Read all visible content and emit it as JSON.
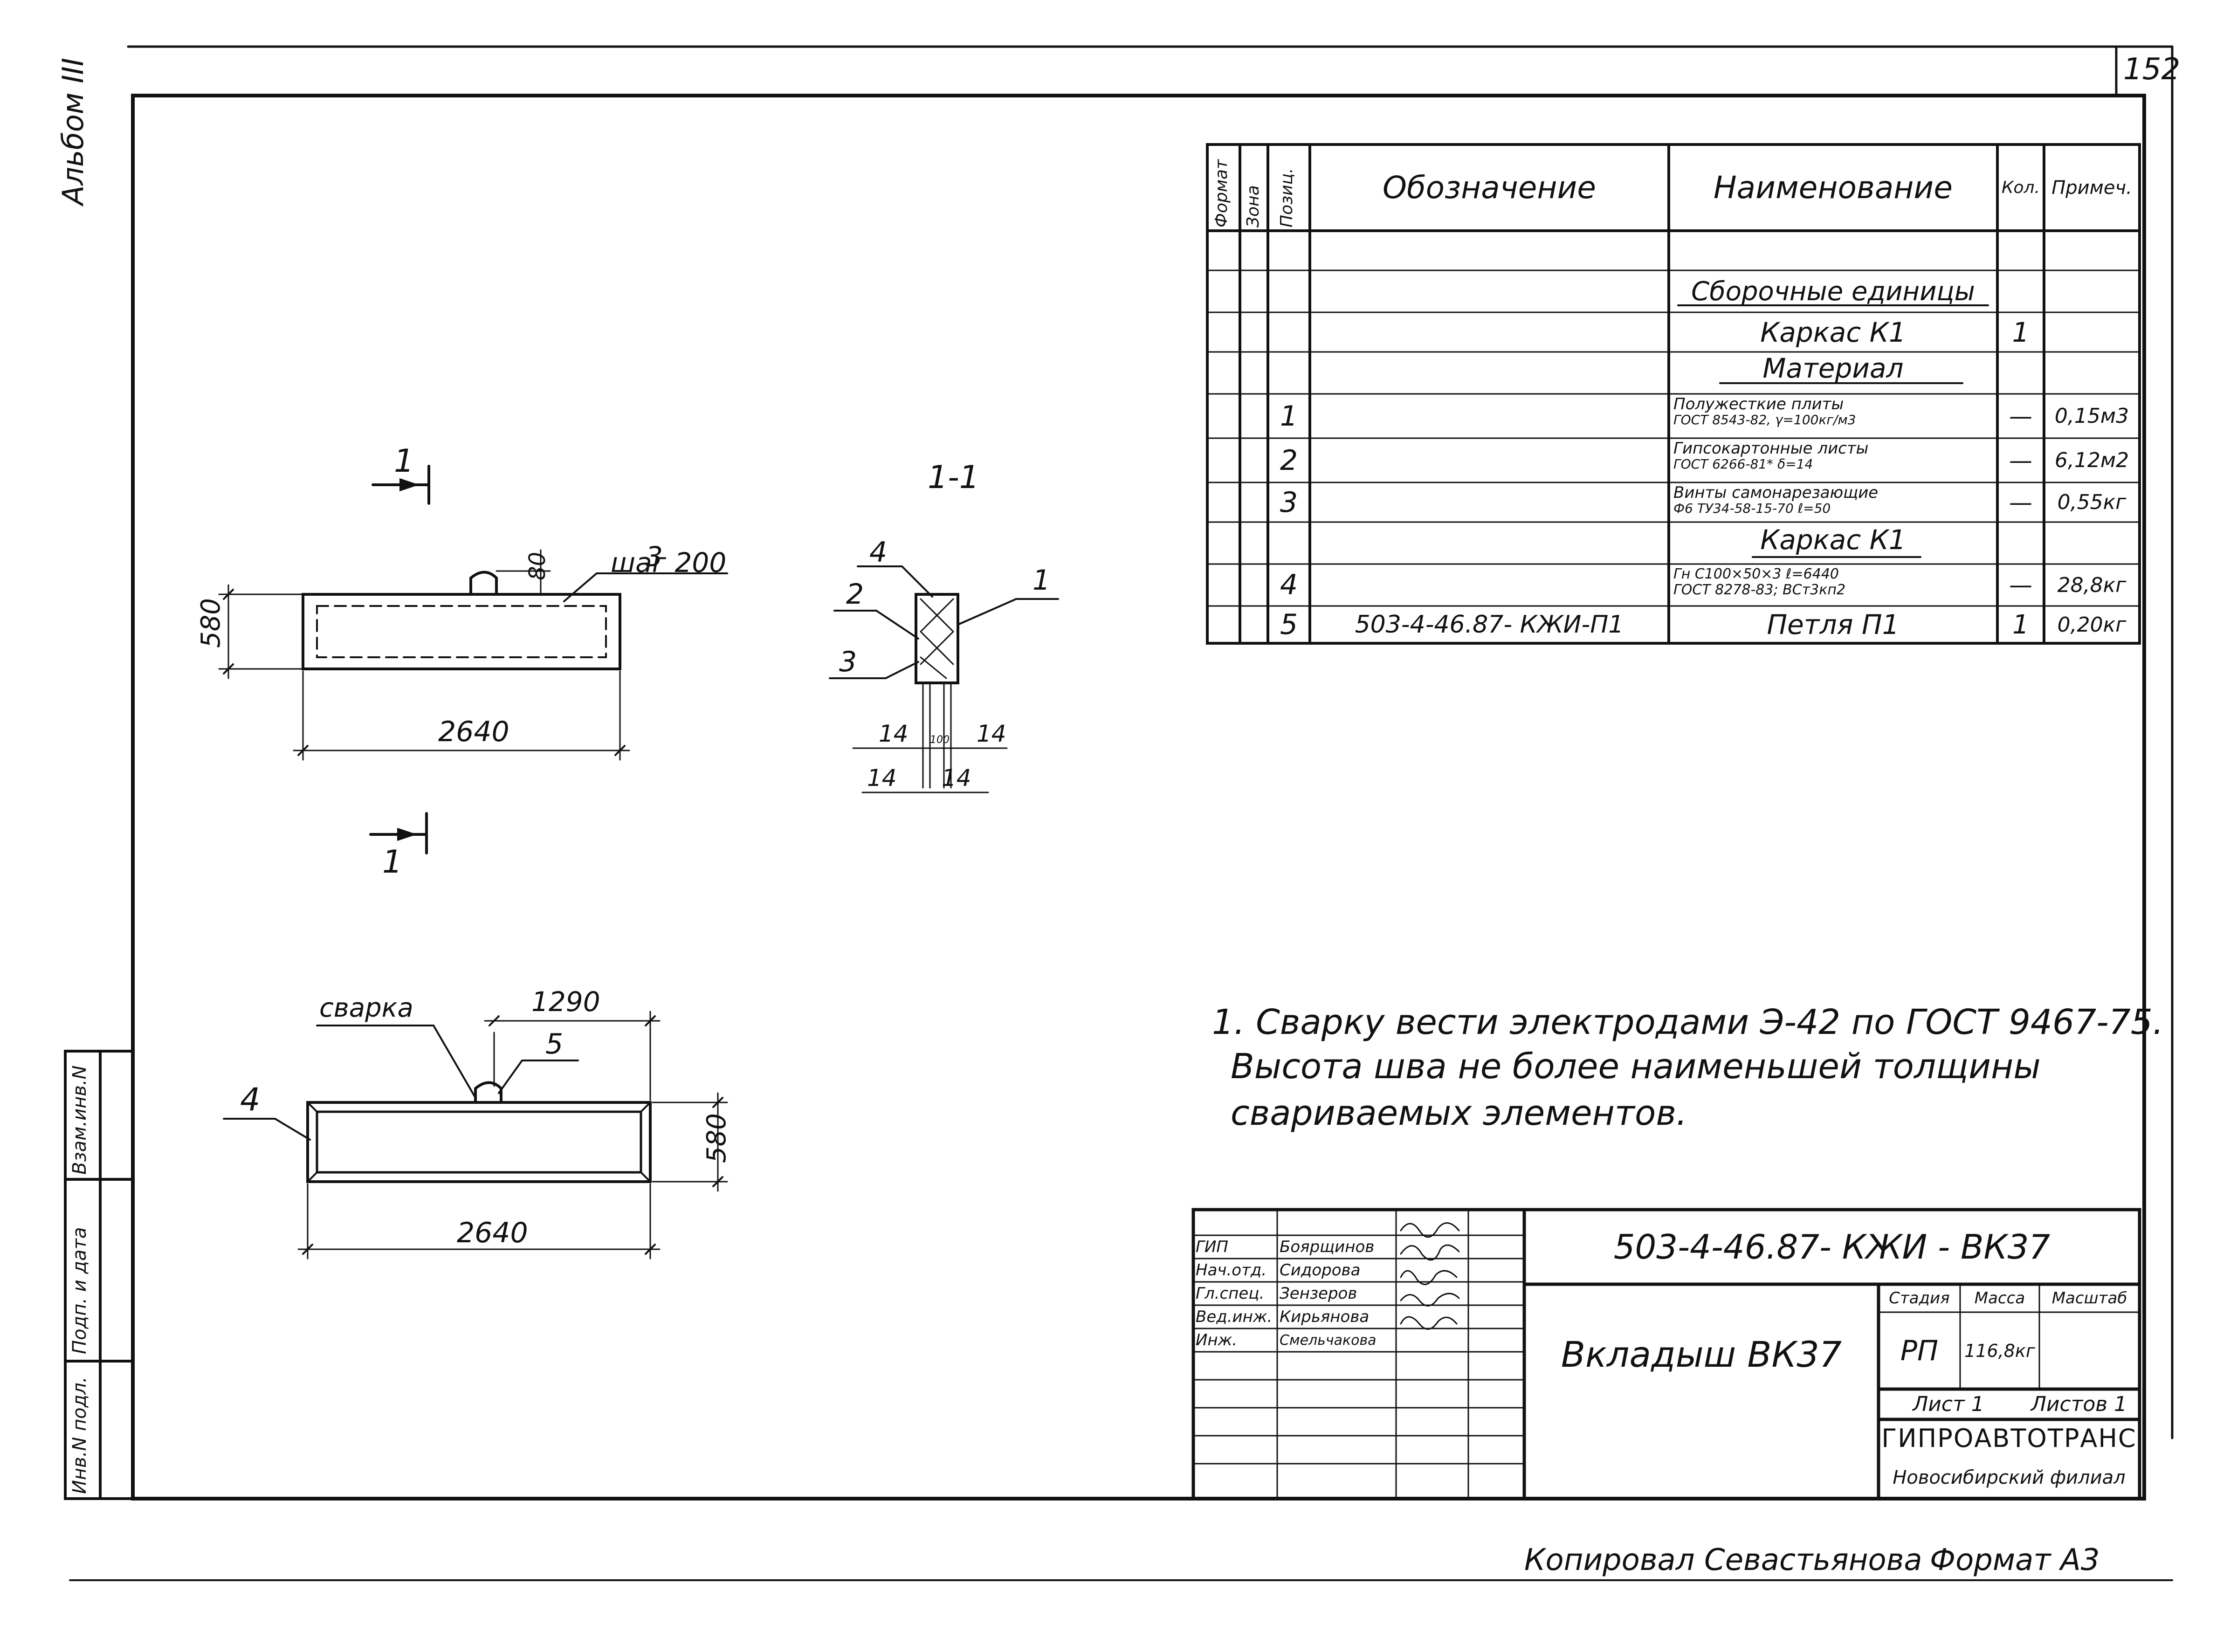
{
  "sheet": {
    "page_number": "152",
    "album_label": "Альбом III",
    "copied_by": "Копировал Севастьянова",
    "format": "Формат А3"
  },
  "left_margin_stamp": {
    "field1": "Взам.инв.N",
    "field2": "Подп. и дата",
    "field3": "Инв.N подл."
  },
  "spec_table": {
    "headers": {
      "format": "Формат",
      "zone": "Зона",
      "position": "Позиц.",
      "designation": "Обозначение",
      "name": "Наименование",
      "qty": "Кол.",
      "note": "Примеч."
    },
    "rows": [
      {
        "pos": "",
        "designation": "",
        "name": "Сборочные единицы",
        "qty": "",
        "note": "",
        "kind": "section"
      },
      {
        "pos": "",
        "designation": "",
        "name": "Каркас К1",
        "qty": "1",
        "note": "",
        "kind": "item-center"
      },
      {
        "pos": "",
        "designation": "",
        "name": "Материал",
        "qty": "",
        "note": "",
        "kind": "section"
      },
      {
        "pos": "1",
        "designation": "",
        "name": "Полужесткие плиты",
        "name2": "ГОСТ 8543-82, γ=100кг/м3",
        "qty": "—",
        "note": "0,15м3",
        "kind": "item"
      },
      {
        "pos": "2",
        "designation": "",
        "name": "Гипсокартонные листы",
        "name2": "ГОСТ 6266-81* δ=14",
        "qty": "—",
        "note": "6,12м2",
        "kind": "item"
      },
      {
        "pos": "3",
        "designation": "",
        "name": "Винты самонарезающие",
        "name2": "Ф6 ТУ34-58-15-70 ℓ=50",
        "qty": "—",
        "note": "0,55кг",
        "kind": "item"
      },
      {
        "pos": "",
        "designation": "",
        "name": "Каркас К1",
        "qty": "",
        "note": "",
        "kind": "section"
      },
      {
        "pos": "4",
        "designation": "",
        "name": "Гн С100×50×3 ℓ=6440",
        "name2": "ГОСТ 8278-83; ВСт3кп2",
        "qty": "—",
        "note": "28,8кг",
        "kind": "item"
      },
      {
        "pos": "5",
        "designation": "503-4-46.87- КЖИ-П1",
        "name": "Петля П1",
        "qty": "1",
        "note": "0,20кг",
        "kind": "item-center"
      }
    ]
  },
  "drawing_top": {
    "section_mark_letter": "1",
    "length": "2640",
    "height": "580",
    "loop_offset": "80",
    "callout_pos": "3",
    "callout_text": "шаг 200"
  },
  "section_view": {
    "title": "1-1",
    "callouts": [
      "4",
      "2",
      "3",
      "1"
    ],
    "dims": [
      "14",
      "14",
      "14",
      "14"
    ],
    "mid_dim": "100"
  },
  "drawing_bottom": {
    "weld_label": "сварка",
    "dim_top": "1290",
    "callout_loop": "5",
    "callout_frame": "4",
    "height": "580",
    "length": "2640"
  },
  "notes": {
    "line1": "1. Сварку вести электродами Э-42 по ГОСТ 9467-75.",
    "line2": "Высота шва не более наименьшей толщины",
    "line3": "свариваемых элементов."
  },
  "title_block": {
    "people": [
      {
        "role": "ГИП",
        "name": "Боярщинов"
      },
      {
        "role": "Нач.отд.",
        "name": "Сидорова"
      },
      {
        "role": "Гл.спец.",
        "name": "Зензеров"
      },
      {
        "role": "Вед.инж.",
        "name": "Кирьянова"
      },
      {
        "role": "Инж.",
        "name": "Смельчакова"
      }
    ],
    "doc_code": "503-4-46.87- КЖИ - ВК37",
    "doc_title": "Вкладыш ВК37",
    "stage_header": "Стадия",
    "mass_header": "Масса",
    "scale_header": "Масштаб",
    "stage": "РП",
    "mass": "116,8кг",
    "sheet_label": "Лист 1",
    "sheets_label": "Листов 1",
    "org": "ГИПРОАВТОТРАНС",
    "branch": "Новосибирский филиал"
  }
}
